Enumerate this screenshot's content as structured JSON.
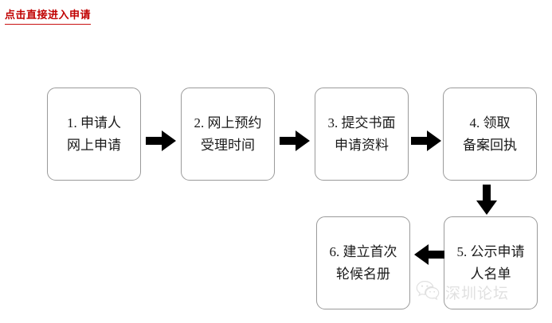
{
  "title_link": {
    "label": "点击直接进入申请",
    "color": "#c00000"
  },
  "flow": {
    "type": "process-flowchart",
    "box_border_color": "#9a9a9a",
    "arrow_color": "#000000",
    "steps": [
      {
        "id": "box-1",
        "number": "1.",
        "line1": "1. 申请人",
        "line2": "网上申请"
      },
      {
        "id": "box-2",
        "number": "2.",
        "line1": "2. 网上预约",
        "line2": "受理时间"
      },
      {
        "id": "box-3",
        "number": "3.",
        "line1": "3. 提交书面",
        "line2": "申请资料"
      },
      {
        "id": "box-4",
        "number": "4.",
        "line1": "4. 领取",
        "line2": "备案回执"
      },
      {
        "id": "box-5",
        "number": "5.",
        "line1": "5. 公示申请",
        "line2": "人名单"
      },
      {
        "id": "box-6",
        "number": "6.",
        "line1": "6. 建立首次",
        "line2": "轮候名册"
      }
    ],
    "arrows": [
      {
        "id": "arrow-1-2",
        "direction": "right",
        "from": "1",
        "to": "2"
      },
      {
        "id": "arrow-2-3",
        "direction": "right",
        "from": "2",
        "to": "3"
      },
      {
        "id": "arrow-3-4",
        "direction": "right",
        "from": "3",
        "to": "4"
      },
      {
        "id": "arrow-4-5",
        "direction": "down",
        "from": "4",
        "to": "5"
      },
      {
        "id": "arrow-5-6",
        "direction": "left",
        "from": "5",
        "to": "6"
      }
    ]
  },
  "watermark": {
    "icon": "wechat-icon",
    "text": "深圳论坛",
    "color": "#9b9b9b"
  }
}
